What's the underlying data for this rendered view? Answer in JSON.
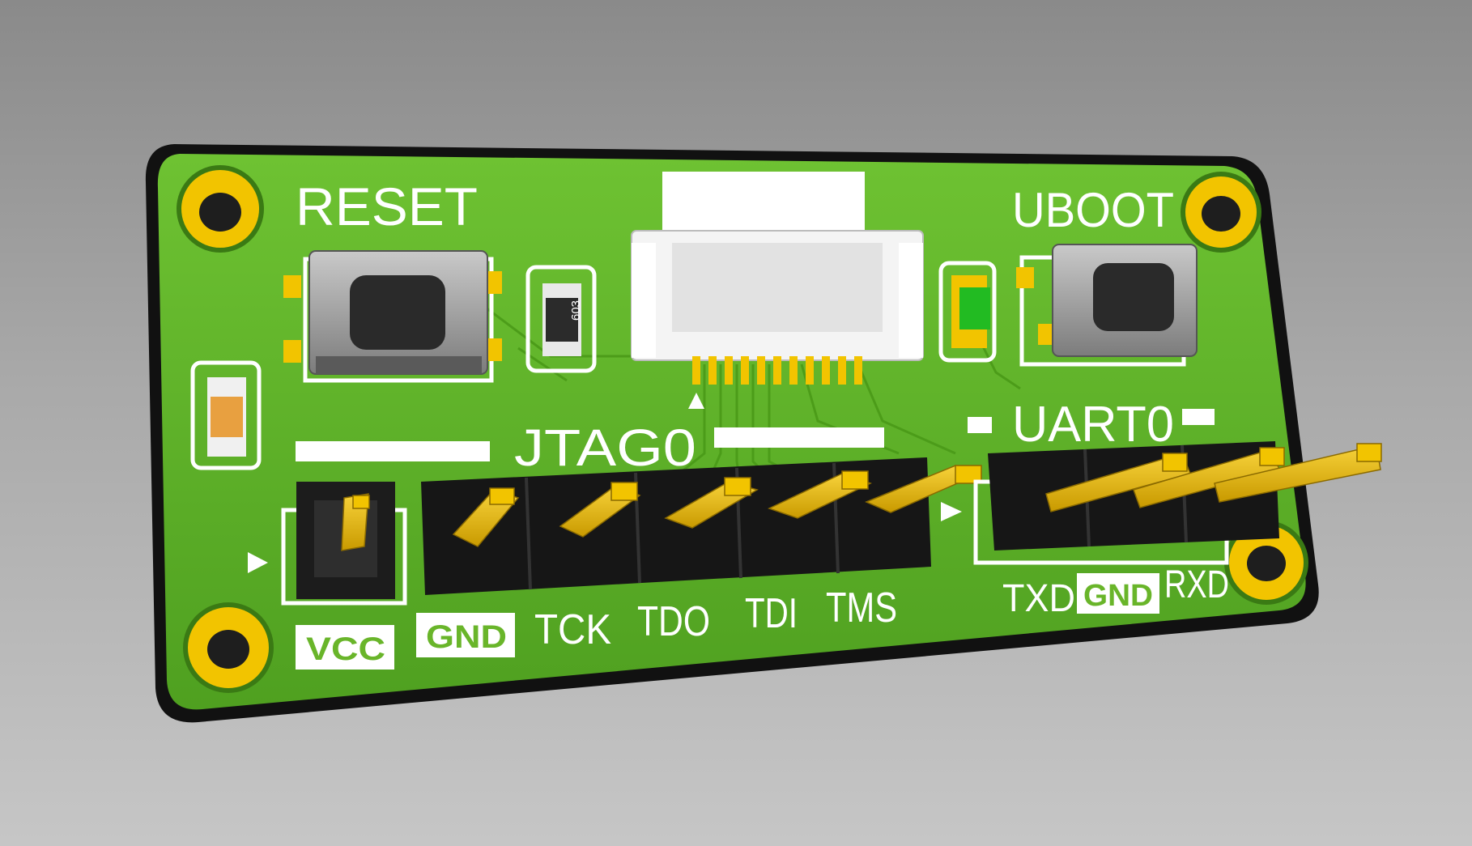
{
  "board": {
    "reset_label": "RESET",
    "uboot_label": "UBOOT",
    "jtag_label": "JTAG0",
    "uart_label": "UART0",
    "resistor_code": "603",
    "jtag_pins": [
      "VCC",
      "GND",
      "TCK",
      "TDO",
      "TDI",
      "TMS"
    ],
    "uart_pins": [
      "TXD",
      "GND",
      "RXD"
    ]
  },
  "colors": {
    "pcb": "#5fb02a",
    "pcb_edge": "#111111",
    "gold": "#f2c400",
    "silkscreen": "#ffffff",
    "led": "#22bb22",
    "capacitor": "#e8a040"
  }
}
